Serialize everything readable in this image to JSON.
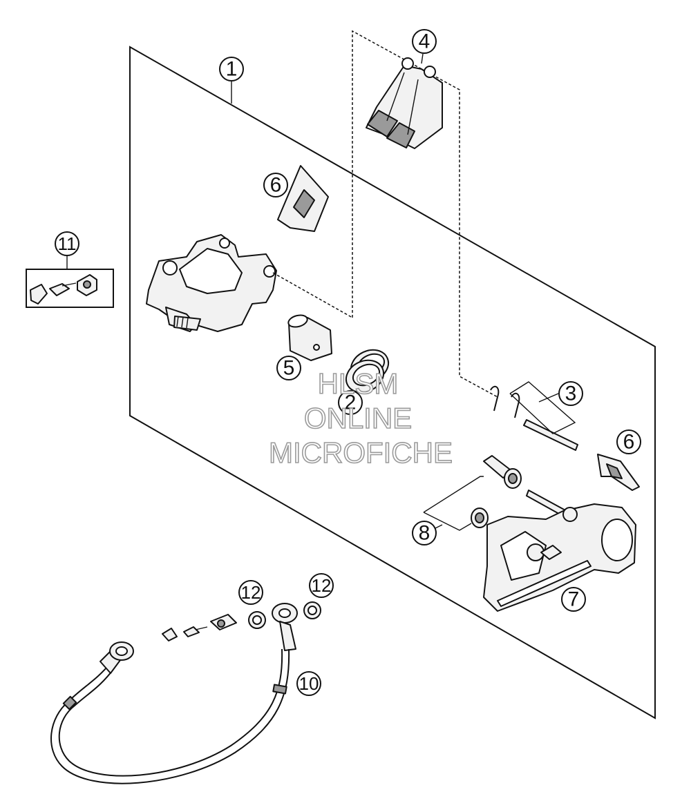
{
  "callouts": [
    {
      "id": "1",
      "label": "1"
    },
    {
      "id": "2",
      "label": "2"
    },
    {
      "id": "3",
      "label": "3"
    },
    {
      "id": "4",
      "label": "4"
    },
    {
      "id": "5",
      "label": "5"
    },
    {
      "id": "6a",
      "label": "6"
    },
    {
      "id": "6b",
      "label": "6"
    },
    {
      "id": "7",
      "label": "7"
    },
    {
      "id": "8",
      "label": "8"
    },
    {
      "id": "10",
      "label": "10"
    },
    {
      "id": "11",
      "label": "11"
    },
    {
      "id": "12a",
      "label": "12"
    },
    {
      "id": "12b",
      "label": "12"
    }
  ],
  "watermark": {
    "line1": "HLSM",
    "line2": "ONLINE",
    "line3": "MICROFICHE"
  }
}
